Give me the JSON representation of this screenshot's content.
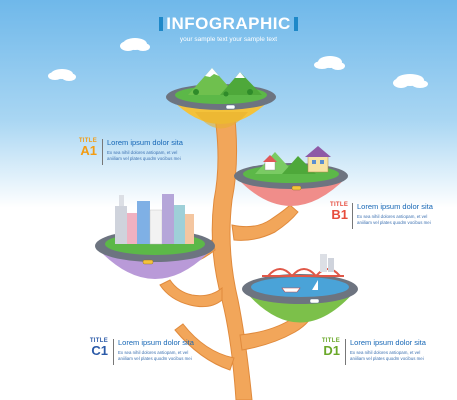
{
  "header": {
    "title": "INFOGRAPHIC",
    "subtitle": "your sample text  your sample text"
  },
  "labels": [
    {
      "id": "a1",
      "tag_title": "TITLE",
      "tag_code": "A1",
      "heading": "Lorem ipsum dolor sita",
      "body": "Ex sea nihil dolores antiopam, et vel\naniiliam vel plates quodm vocibus mei",
      "color": "#f39c12"
    },
    {
      "id": "b1",
      "tag_title": "TITLE",
      "tag_code": "B1",
      "heading": "Lorem ipsum dolor sita",
      "body": "Ex sea nihil dolores antiopam, et vel\naniiliam vel plates quodm vocibus mei",
      "color": "#e74c3c"
    },
    {
      "id": "c1",
      "tag_title": "TITLE",
      "tag_code": "C1",
      "heading": "Lorem ipsum dolor sita",
      "body": "Ex sea nihil dolores antiopam, et vel\naniiliam vel plates quodm vocibus mei",
      "color": "#2b5aa8"
    },
    {
      "id": "d1",
      "tag_title": "TITLE",
      "tag_code": "D1",
      "heading": "Lorem ipsum dolor sita",
      "body": "Ex sea nihil dolores antiopam, et vel\naniiliam vel plates quodm vocibus mei",
      "color": "#6aa829"
    }
  ],
  "colors": {
    "sky_top": "#6fb8ea",
    "trunk": "#f2a65a",
    "trunk_dark": "#e08a3c",
    "pod_a": "#f4c23a",
    "pod_b": "#f08d8a",
    "pod_c": "#b99ad8",
    "pod_d": "#7cc04a",
    "road": "#6d7480",
    "grass": "#5cb848",
    "title_bar": "#1e88c8"
  },
  "icons": [
    "cloud-icon",
    "mountain-icon",
    "house-icon",
    "building-icon",
    "car-icon",
    "bridge-icon",
    "boat-icon",
    "tree-icon"
  ]
}
